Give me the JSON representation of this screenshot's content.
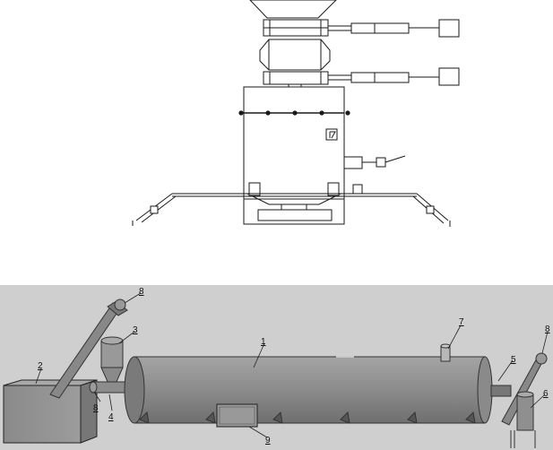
{
  "top_drawing": {
    "label": ""
  },
  "bottom_diagram": {
    "callouts": [
      {
        "id": "label-1",
        "text": "1"
      },
      {
        "id": "label-2",
        "text": "2"
      },
      {
        "id": "label-3",
        "text": "3"
      },
      {
        "id": "label-4",
        "text": "4"
      },
      {
        "id": "label-5",
        "text": "5"
      },
      {
        "id": "label-6",
        "text": "6"
      },
      {
        "id": "label-7",
        "text": "7"
      },
      {
        "id": "label-8a",
        "text": "8"
      },
      {
        "id": "label-8b",
        "text": "8"
      },
      {
        "id": "label-8c",
        "text": "8"
      },
      {
        "id": "label-9",
        "text": "9"
      }
    ]
  },
  "colors": {
    "panel_bg": "#cfcfcf",
    "drum": "#8c8c8c",
    "line": "#1a1a1a"
  }
}
